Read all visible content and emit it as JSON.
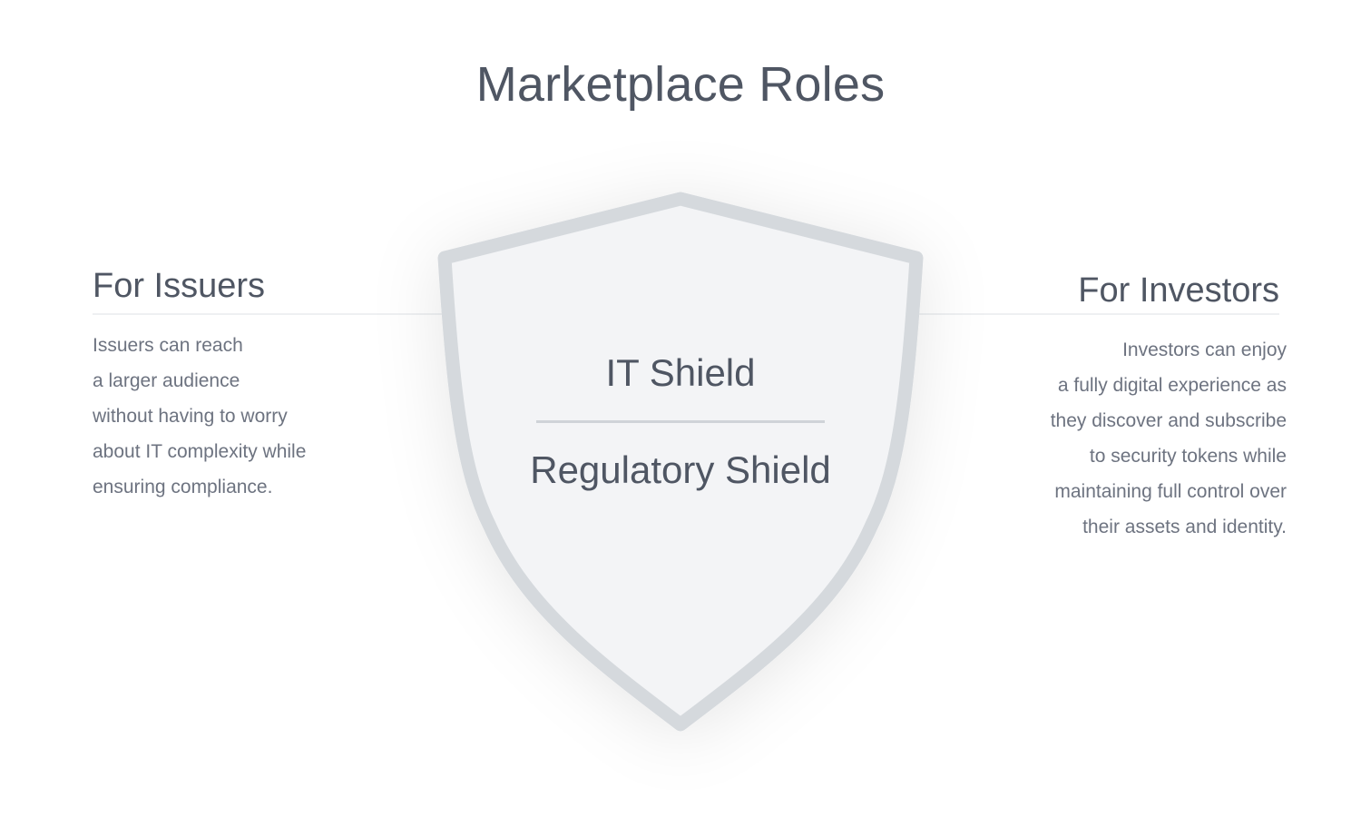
{
  "title": "Marketplace Roles",
  "issuers": {
    "heading": "For Issuers",
    "lines": [
      "Issuers can reach",
      "a larger audience",
      "without having to worry",
      "about IT complexity while",
      "ensuring compliance."
    ]
  },
  "investors": {
    "heading": "For Investors",
    "lines": [
      "Investors can enjoy",
      "a fully digital experience as",
      "they discover and subscribe",
      "to security tokens while",
      "maintaining full control over",
      "their assets and identity."
    ]
  },
  "shield": {
    "top_label": "IT Shield",
    "bottom_label": "Regulatory Shield",
    "icon": "shield-icon",
    "fill_color": "#f3f4f6",
    "stroke_color": "#d5d9dd"
  },
  "colors": {
    "heading": "#4f5663",
    "body_text": "#6d7380"
  }
}
